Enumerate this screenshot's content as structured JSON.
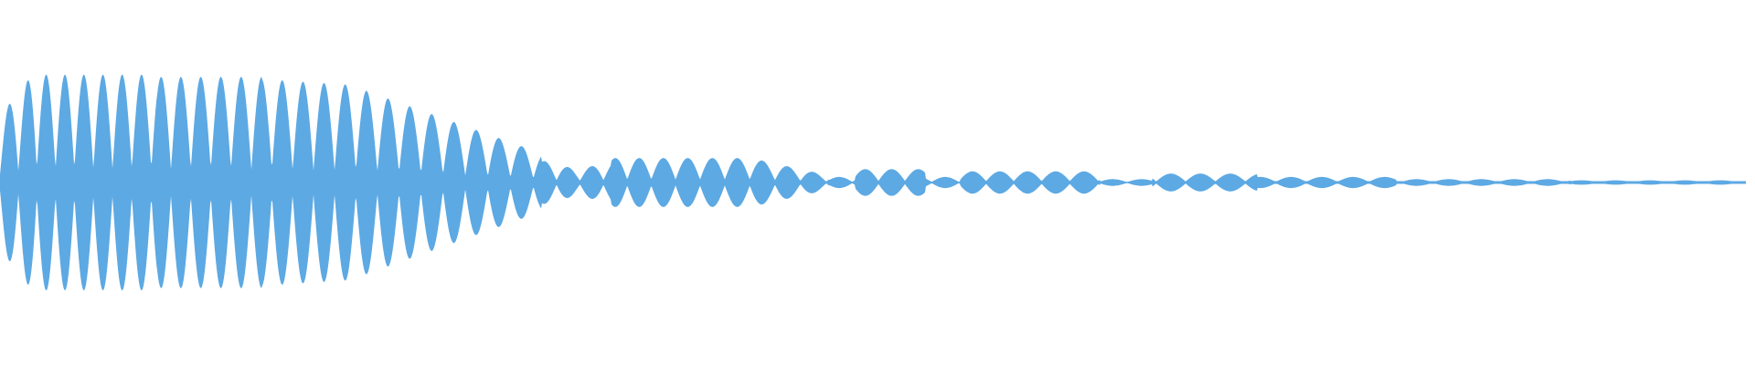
{
  "waveform": {
    "color": "#5DA9E3",
    "background": "#FFFFFF",
    "style": "mirrored amplitude envelope",
    "description_of_envelope": "",
    "segments": [
      {
        "start": 0.0,
        "end": 0.085,
        "peak": 0.97
      },
      {
        "start": 0.085,
        "end": 0.215,
        "peak": 0.95
      },
      {
        "start": 0.215,
        "end": 0.3,
        "peak": 0.68
      },
      {
        "start": 0.3,
        "end": 0.32,
        "peak": 0.14
      },
      {
        "start": 0.32,
        "end": 0.458,
        "peak": 0.2
      },
      {
        "start": 0.458,
        "end": 0.54,
        "peak": 0.08
      },
      {
        "start": 0.54,
        "end": 0.64,
        "peak": 0.08
      },
      {
        "start": 0.64,
        "end": 0.7,
        "peak": 0.05
      },
      {
        "start": 0.7,
        "end": 1.0,
        "peak": 0.02
      }
    ]
  }
}
